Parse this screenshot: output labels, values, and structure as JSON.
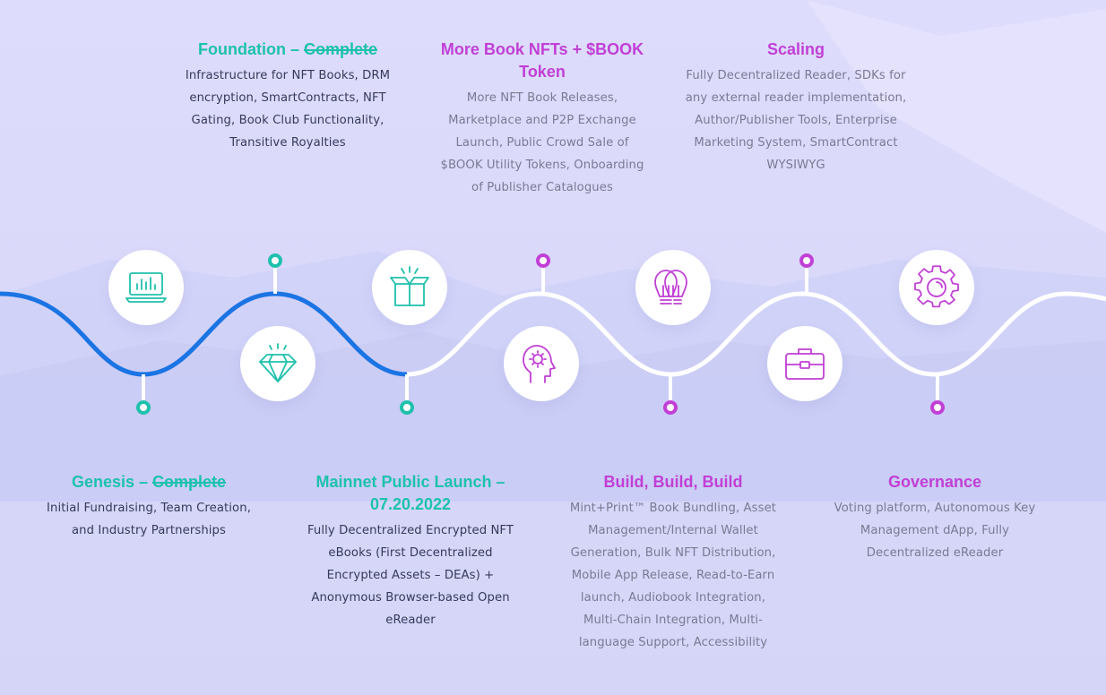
{
  "colors": {
    "complete": "#1ec1ad",
    "upcoming": "#c13fd6",
    "line_done": "#1b74e4",
    "line_todo": "#ffffff"
  },
  "milestones": [
    {
      "title": "Genesis – ",
      "title_struck": "Complete",
      "status": "complete",
      "icon": "laptop-chart-icon",
      "description": "Initial Fundraising, Team Creation, and Industry Partnerships"
    },
    {
      "title": "Foundation – ",
      "title_struck": "Complete",
      "status": "complete",
      "icon": "diamond-icon",
      "description": "Infrastructure for NFT Books, DRM encryption, SmartContracts, NFT Gating, Book Club Functionality, Transitive Royalties"
    },
    {
      "title": "Mainnet Public Launch – 07.20.2022",
      "title_struck": "",
      "status": "complete",
      "icon": "gift-box-icon",
      "description": "Fully Decentralized Encrypted NFT eBooks (First Decentralized Encrypted Assets – DEAs) + Anonymous Browser-based Open eReader"
    },
    {
      "title": "More Book NFTs + $BOOK Token",
      "title_struck": "",
      "status": "upcoming",
      "icon": "head-gear-icon",
      "description": "More NFT Book Releases, Marketplace and P2P Exchange Launch, Public Crowd Sale of $BOOK Utility Tokens, Onboarding of Publisher Catalogues"
    },
    {
      "title": "Build, Build, Build",
      "title_struck": "",
      "status": "upcoming",
      "icon": "light-bulbs-icon",
      "description": "Mint+Print™ Book Bundling, Asset Management/Internal Wallet Generation, Bulk NFT Distribution, Mobile App Release, Read-to-Earn launch, Audiobook Integration, Multi-Chain Integration, Multi-language Support, Accessibility"
    },
    {
      "title": "Scaling",
      "title_struck": "",
      "status": "upcoming",
      "icon": "briefcase-icon",
      "description": "Fully Decentralized Reader, SDKs for any external reader implementation, Author/Publisher Tools, Enterprise Marketing System, SmartContract WYSIWYG"
    },
    {
      "title": "Governance",
      "title_struck": "",
      "status": "upcoming",
      "icon": "gear-icon",
      "description": "Voting platform, Autonomous Key Management dApp, Fully Decentralized eReader"
    }
  ]
}
